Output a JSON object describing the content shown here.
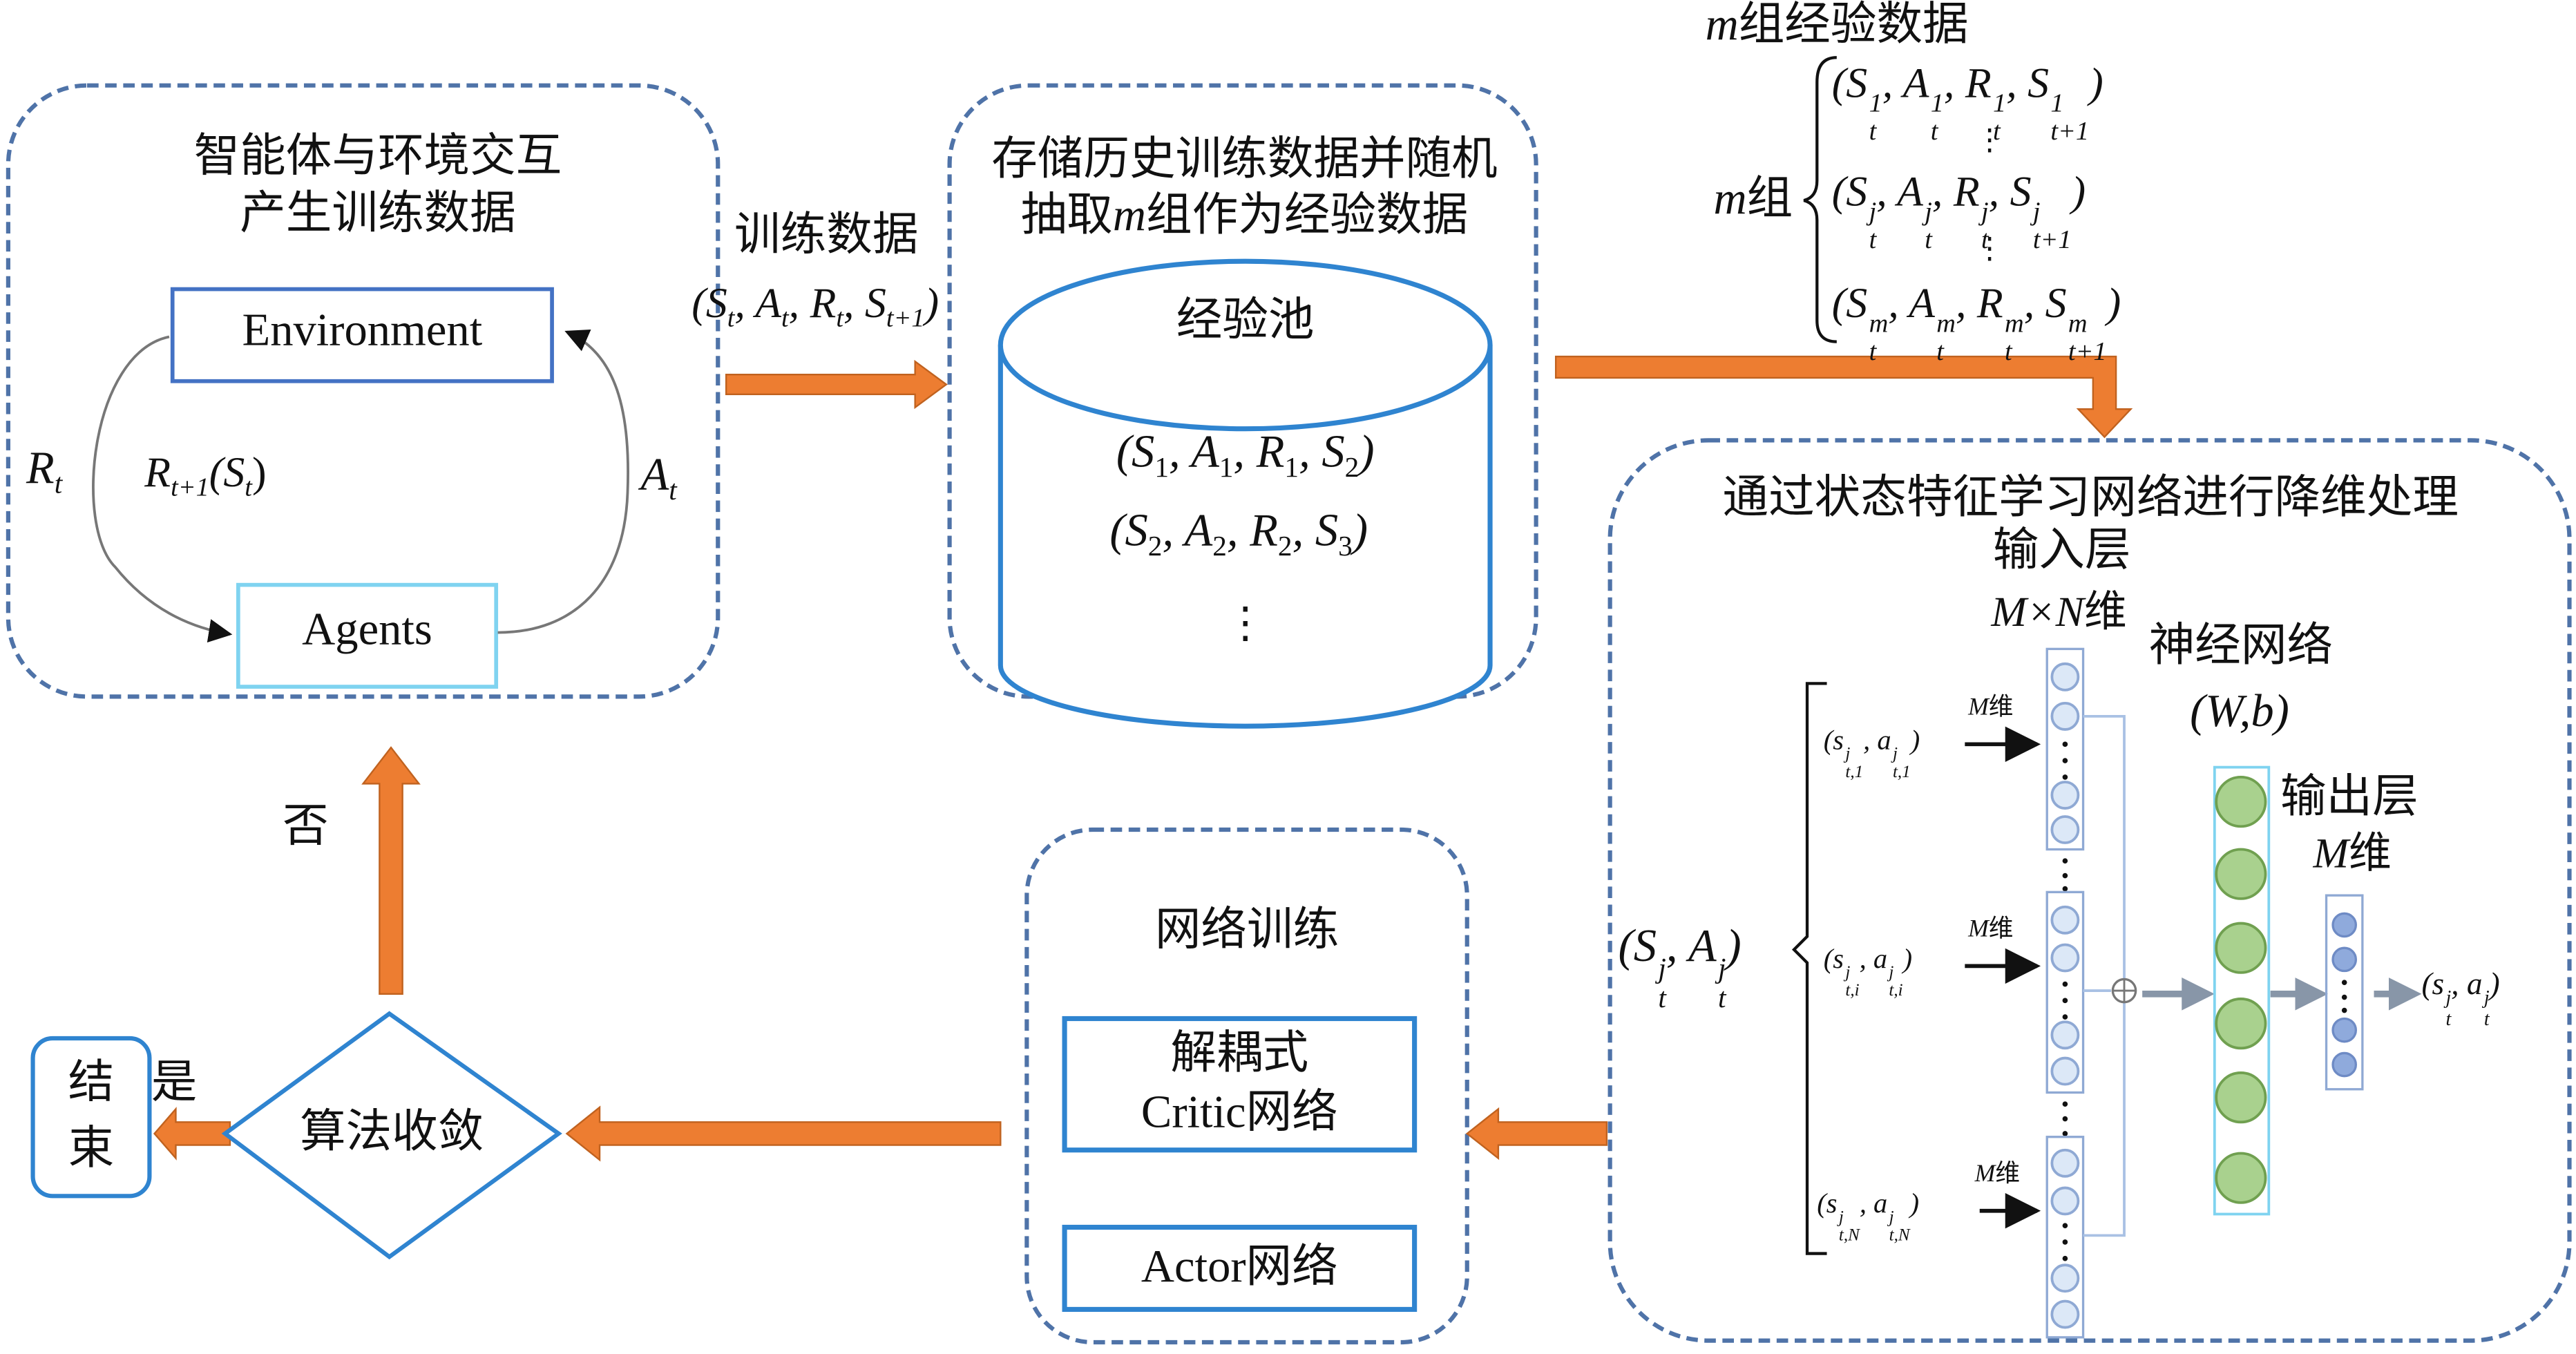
{
  "colors": {
    "dashed_border": "#4F73A8",
    "box_border": "#2F84D0",
    "env_border": "#4472C4",
    "agent_border": "#7FD3F0",
    "flow_arrow": "#ED7D31",
    "input_node": "#DCE8F7",
    "hidden_node": "#A9D18E",
    "output_node": "#8FAADC"
  },
  "interaction_panel": {
    "title_line1": "智能体与环境交互",
    "title_line2": "产生训练数据",
    "environment_label": "Environment",
    "agents_label": "Agents",
    "reward_label": "R",
    "reward_sub": "t",
    "next_reward_label": "R",
    "next_reward_sub": "t+1",
    "next_reward_arg": "(S",
    "next_reward_arg_sub": "t",
    "next_reward_close": ")",
    "action_label": "A",
    "action_sub": "t"
  },
  "training_data_arrow": {
    "label": "训练数据",
    "tuple": "(S_t, A_t, R_t, S_t+1)"
  },
  "replay_panel": {
    "title_line1": "存储历史训练数据并随机",
    "title_line2_a": "抽取",
    "title_line2_m": "m",
    "title_line2_b": "组作为经验数据",
    "pool_label": "经验池",
    "rows": [
      "(S1, A1, R1, S2)",
      "(S2, A2, R2, S3)"
    ],
    "ellipsis": "⋮"
  },
  "sample_block": {
    "title_m": "m",
    "title": "组经验数据",
    "group_m": "m",
    "group_label": "组",
    "rows": [
      {
        "superscript": "1"
      },
      {
        "superscript": "j"
      },
      {
        "superscript": "m"
      }
    ],
    "ellipsis": "⋮"
  },
  "feature_panel": {
    "title": "通过状态特征学习网络进行降维处理",
    "input_layer": "输入层",
    "input_dim_math": "M×N",
    "input_dim_cn": "维",
    "network_label": "神经网络",
    "params": "(W,b)",
    "output_layer": "输出层",
    "output_dim_math": "M",
    "output_dim_cn": "维",
    "sub_input_dim_math": "M",
    "sub_input_dim_cn": "维",
    "state_action": "(S_t^j, A_t^j)",
    "inputs": [
      {
        "sub": "t,1"
      },
      {
        "sub": "t,i"
      },
      {
        "sub": "t,N"
      }
    ],
    "output": "(s_t^j, a_t^j)",
    "sum_symbol": "⊕"
  },
  "training_panel": {
    "title": "网络训练",
    "critic_line1": "解耦式",
    "critic_line2": "Critic网络",
    "actor": "Actor网络"
  },
  "decision": {
    "label": "算法收敛",
    "yes": "是",
    "no": "否"
  },
  "end_box": {
    "line1": "结",
    "line2": "束"
  }
}
